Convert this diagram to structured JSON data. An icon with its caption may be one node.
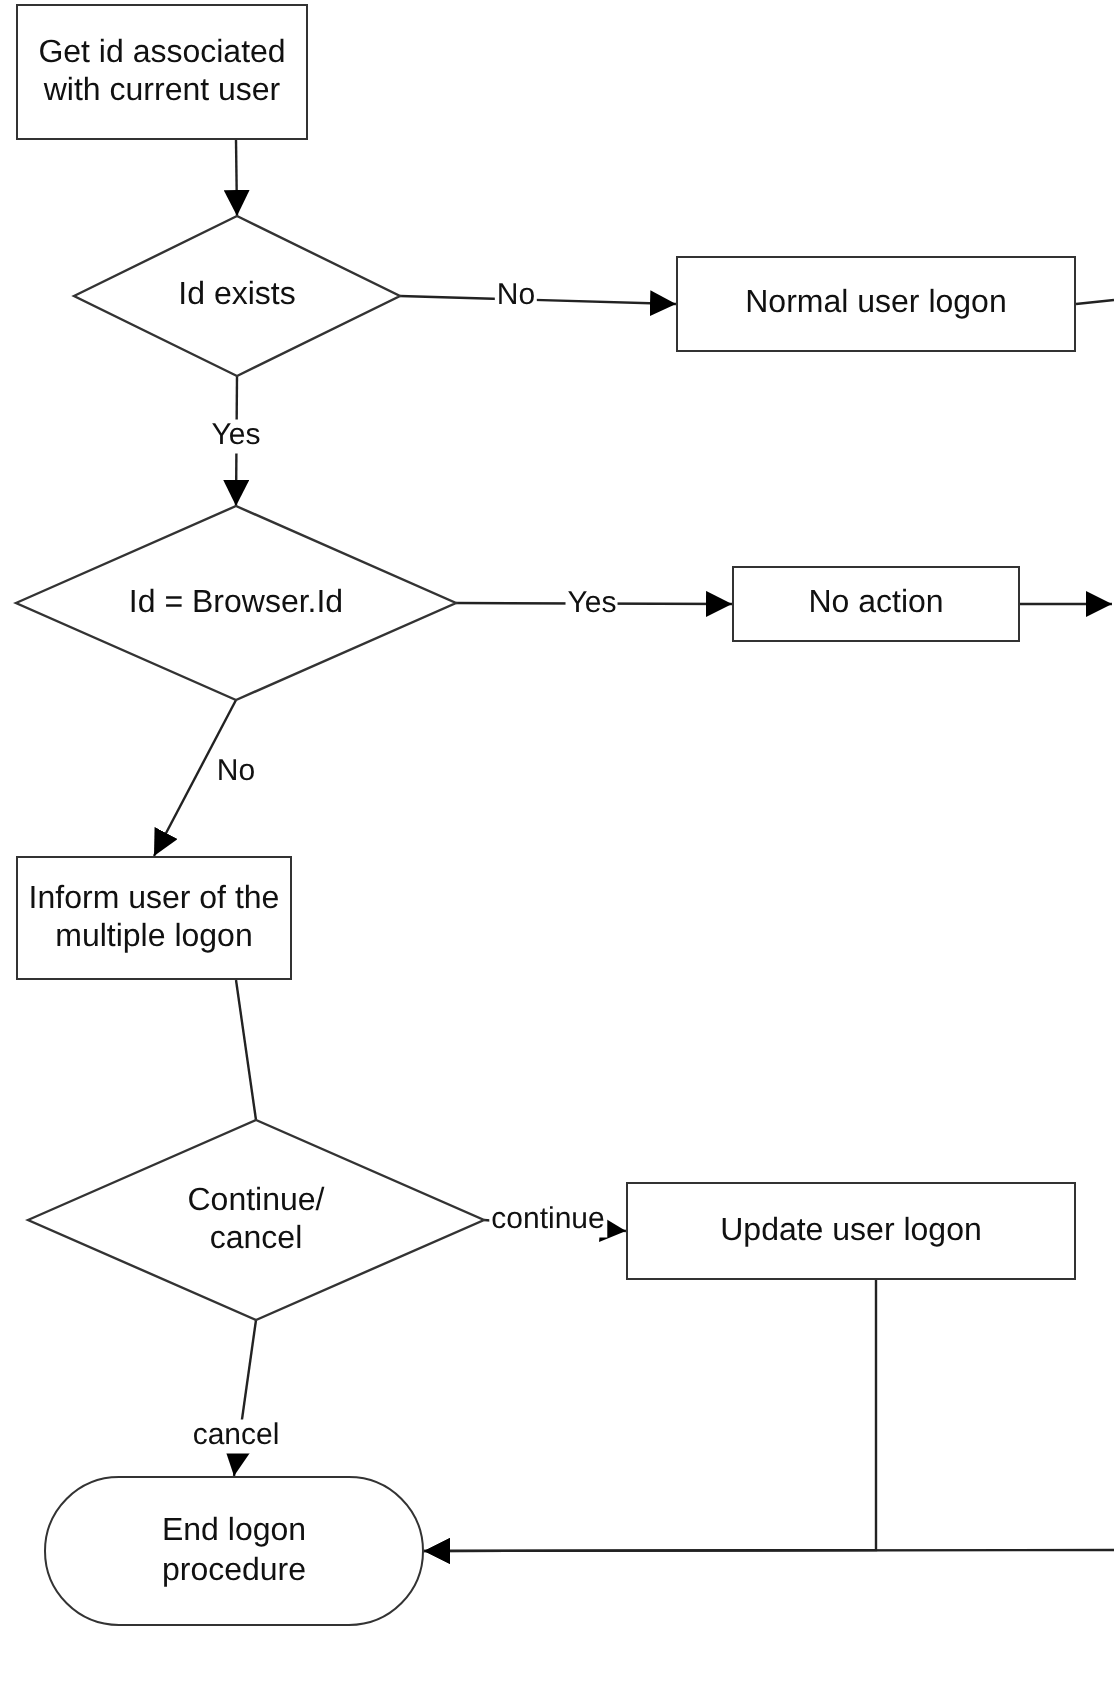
{
  "diagram": {
    "nodes": [
      {
        "text": [
          "Get id associated with current user"
        ]
      },
      {
        "text": [
          "Id exists"
        ]
      },
      {
        "text": [
          "Normal user logon"
        ]
      },
      {
        "text": [
          "Id = Browser.Id"
        ]
      },
      {
        "text": [
          "No action"
        ]
      },
      {
        "text": [
          "Inform user of the multiple logon"
        ]
      },
      {
        "text": [
          "Continue/ cancel"
        ]
      },
      {
        "text": [
          "Update user logon"
        ]
      },
      {
        "text": [
          "End logon procedure"
        ]
      }
    ],
    "edges": [
      {
        "from": 0,
        "to": 1,
        "arrow": "to"
      },
      {
        "from": 1,
        "to": 2,
        "arrow": "to",
        "label": "No"
      },
      {
        "from": 2,
        "to": null,
        "arrow": "none"
      },
      {
        "from": 1,
        "to": 3,
        "arrow": "to",
        "label": "Yes"
      },
      {
        "from": 3,
        "to": 4,
        "arrow": "to",
        "label": "Yes"
      },
      {
        "from": 4,
        "to": null,
        "arrow": "to"
      },
      {
        "from": 3,
        "to": 5,
        "arrow": "to",
        "label": "No"
      },
      {
        "from": 5,
        "to": 6,
        "arrow": "none"
      },
      {
        "from": 6,
        "to": 7,
        "arrow": "to",
        "label": "continue"
      },
      {
        "from": 6,
        "to": 8,
        "arrow": "to",
        "label": "cancel"
      },
      {
        "from": 7,
        "to": 8,
        "arrow": "to"
      },
      {
        "from": null,
        "to": 8,
        "arrow": "to"
      }
    ]
  }
}
